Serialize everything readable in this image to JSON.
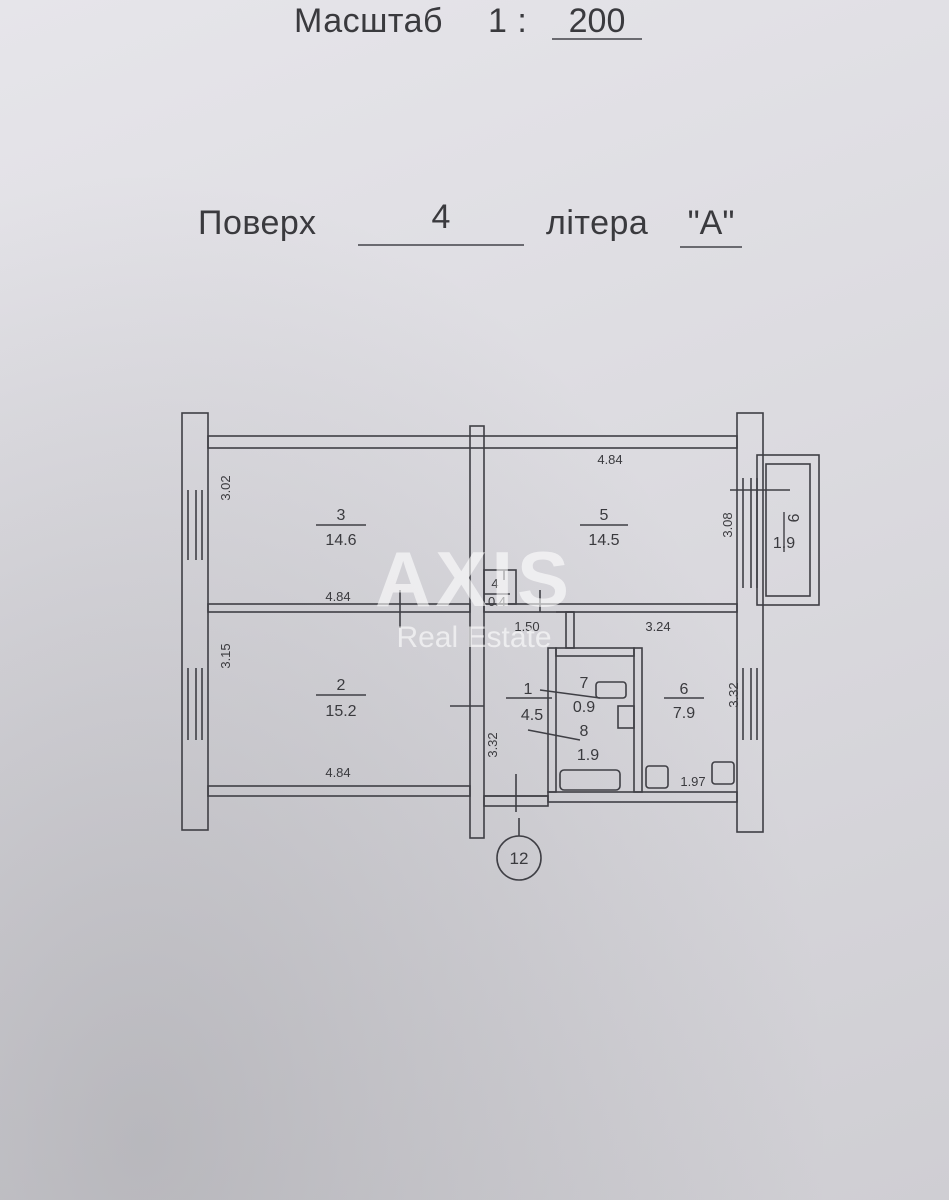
{
  "header": {
    "scale_label": "Масштаб",
    "scale_prefix": "1 :",
    "scale_value": "200",
    "floor_label": "Поверх",
    "floor_value": "4",
    "letter_label": "літера",
    "letter_value": "\"А\""
  },
  "watermark": {
    "brand": "AXIS",
    "tagline": "Real Estate"
  },
  "rooms": [
    {
      "id": "room-3",
      "number": "3",
      "area": "14.6"
    },
    {
      "id": "room-5",
      "number": "5",
      "area": "14.5"
    },
    {
      "id": "room-9",
      "number": "9",
      "area": "1.9"
    },
    {
      "id": "room-4",
      "number": "4",
      "area": "0.4"
    },
    {
      "id": "room-2",
      "number": "2",
      "area": "15.2"
    },
    {
      "id": "room-1",
      "number": "1",
      "area": "4.5"
    },
    {
      "id": "room-7",
      "number": "7",
      "area": "0.9"
    },
    {
      "id": "room-8",
      "number": "8",
      "area": "1.9"
    },
    {
      "id": "room-6",
      "number": "6",
      "area": "7.9"
    }
  ],
  "dimensions": [
    {
      "id": "dim-3-height",
      "value": "3.02"
    },
    {
      "id": "dim-5-width",
      "value": "4.84"
    },
    {
      "id": "dim-5-height",
      "value": "3.08"
    },
    {
      "id": "dim-3-width",
      "value": "4.84"
    },
    {
      "id": "dim-4-width",
      "value": "1.50"
    },
    {
      "id": "dim-6-width",
      "value": "3.24"
    },
    {
      "id": "dim-2-height",
      "value": "3.15"
    },
    {
      "id": "dim-6-height",
      "value": "3.32"
    },
    {
      "id": "dim-1-height",
      "value": "3.32"
    },
    {
      "id": "dim-2-width",
      "value": "4.84"
    },
    {
      "id": "dim-6-bottom",
      "value": "1.97"
    }
  ],
  "stair_marker": "12"
}
